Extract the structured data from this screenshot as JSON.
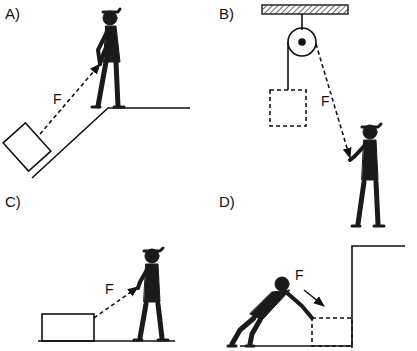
{
  "diagram": {
    "labels": [
      "A)",
      "B)",
      "C)",
      "D)",
      "F",
      "F",
      "F",
      "F"
    ]
  }
}
